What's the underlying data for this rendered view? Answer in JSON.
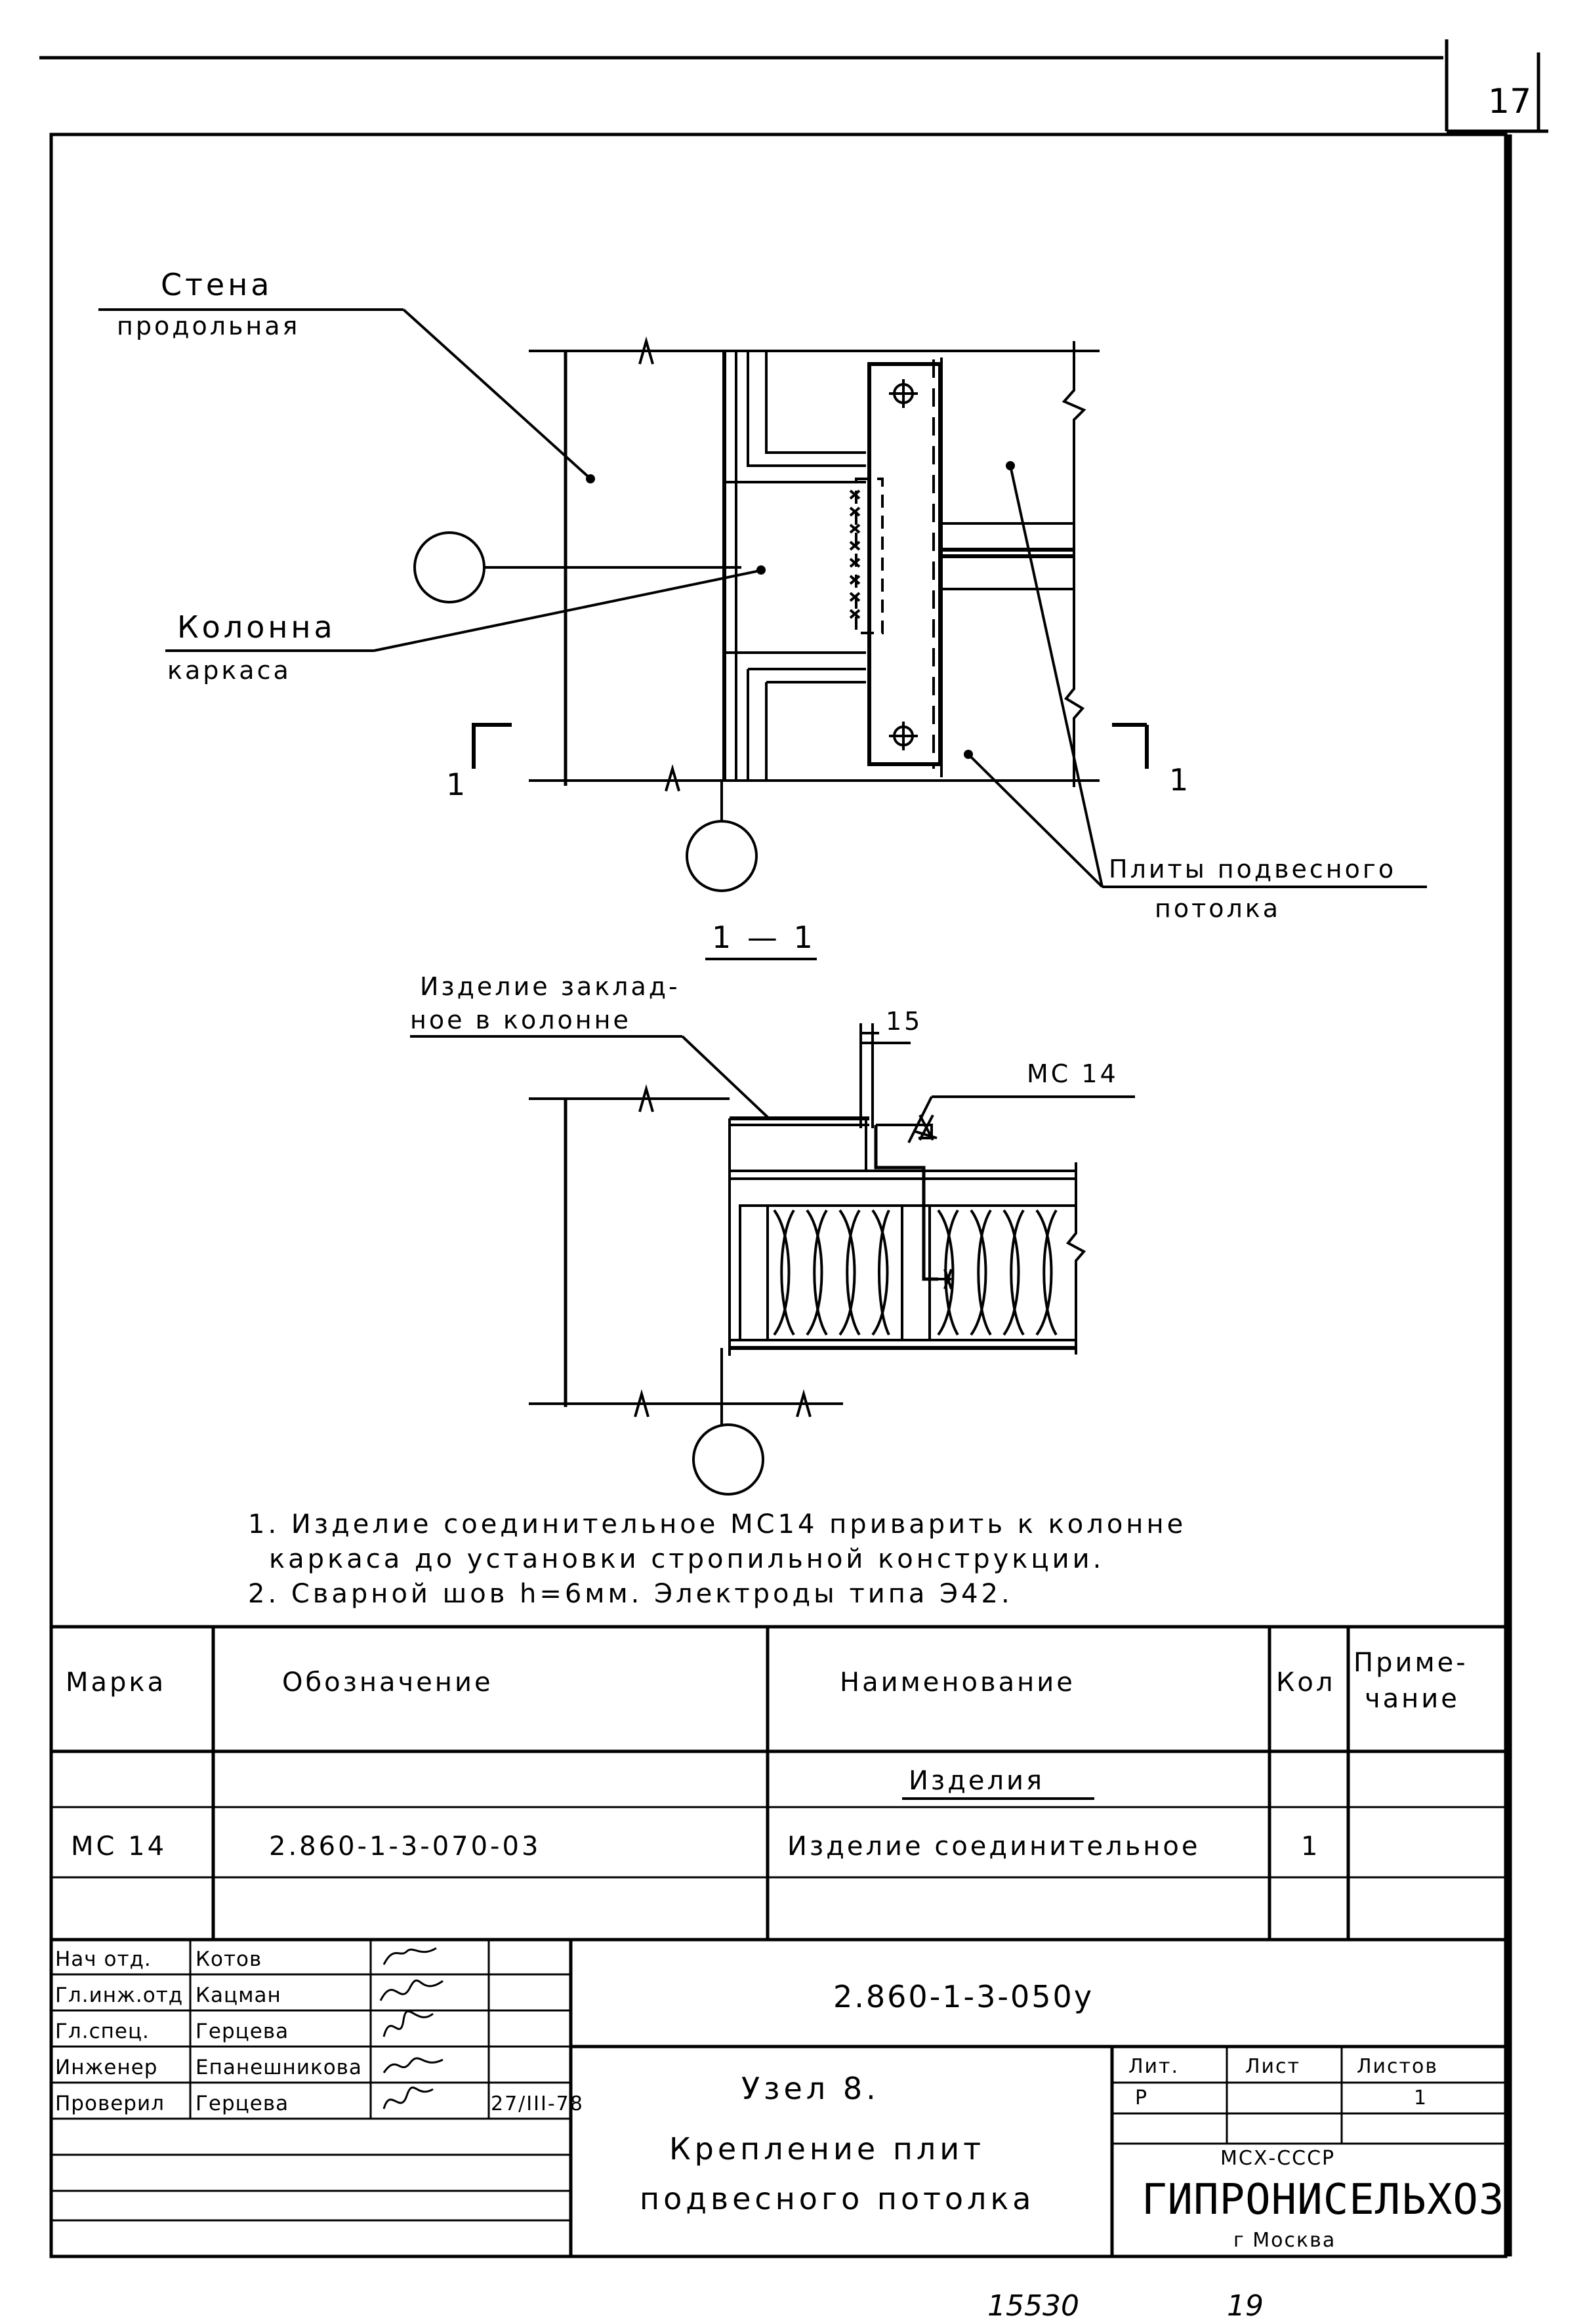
{
  "sheet": {
    "corner_number": "17",
    "bottom_number": "15530",
    "bottom_page": "19"
  },
  "plan": {
    "wall_label_1": "Стена",
    "wall_label_2": "продольная",
    "column_label_1": "Колонна",
    "column_label_2": "каркаса",
    "ceiling_label_1": "Плиты подвесного",
    "ceiling_label_2": "потолка",
    "section_mark_left": "1",
    "section_mark_right": "1"
  },
  "section": {
    "title": "1 — 1",
    "embed_label_1": "Изделие заклад-",
    "embed_label_2": "ное в колонне",
    "dimension": "15",
    "part_label": "МС 14"
  },
  "notes": [
    "1. Изделие соединительное МС14 приварить к колонне",
    "каркаса до установки стропильной конструкции.",
    "2. Сварной шов h=6мм. Электроды типа Э42."
  ],
  "spec_table": {
    "headers": {
      "mark": "Марка",
      "designation": "Обозначение",
      "name": "Наименование",
      "qty": "Кол",
      "note_1": "Приме-",
      "note_2": "чание"
    },
    "section_heading": "Изделия",
    "rows": [
      {
        "mark": "МС 14",
        "designation": "2.860-1-3-070-03",
        "name": "Изделие соединительное",
        "qty": "1",
        "note": ""
      }
    ]
  },
  "title_block": {
    "roles": [
      "Нач отд.",
      "Гл.инж.отд",
      "Гл.спец.",
      "Инженер",
      "Проверил"
    ],
    "names": [
      "Котов",
      "Кацман",
      "Герцева",
      "Епанешникова",
      "Герцева"
    ],
    "date": "27/III-78",
    "document_code": "2.860-1-3-050у",
    "title_1": "Узел 8.",
    "title_2": "Крепление плит",
    "title_3": "подвесного потолка",
    "lit_header": "Лит.",
    "sheet_header": "Лист",
    "sheets_header": "Листов",
    "lit_value": "Р",
    "sheet_value": "",
    "sheets_value": "1",
    "ministry": "МСХ-СССР",
    "organization": "ГИПРОНИСЕЛЬХОЗ",
    "city": "г Москва"
  }
}
